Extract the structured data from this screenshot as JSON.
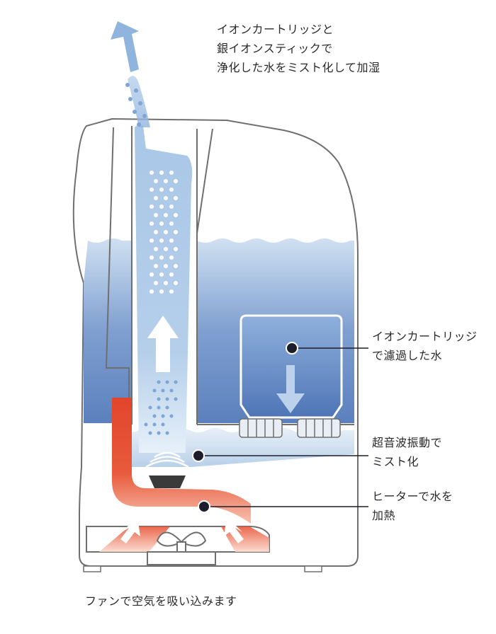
{
  "labels": {
    "top": [
      "イオンカートリッジと",
      "銀イオンスティックで",
      "浄化した水をミスト化して加湿"
    ],
    "filter": [
      "イオンカートリッジ",
      "で濾過した水"
    ],
    "ultrasonic": [
      "超音波振動で",
      "ミスト化"
    ],
    "heater": [
      "ヒーターで水を",
      "加熱"
    ],
    "fan": [
      "ファンで空気を吸い込みます"
    ]
  },
  "colors": {
    "outline": "#6f6f6f",
    "water_light": "#c8dcef",
    "water_dark": "#5d82bd",
    "heat": "#e24a2e",
    "pointer": "#1d1d2b"
  }
}
